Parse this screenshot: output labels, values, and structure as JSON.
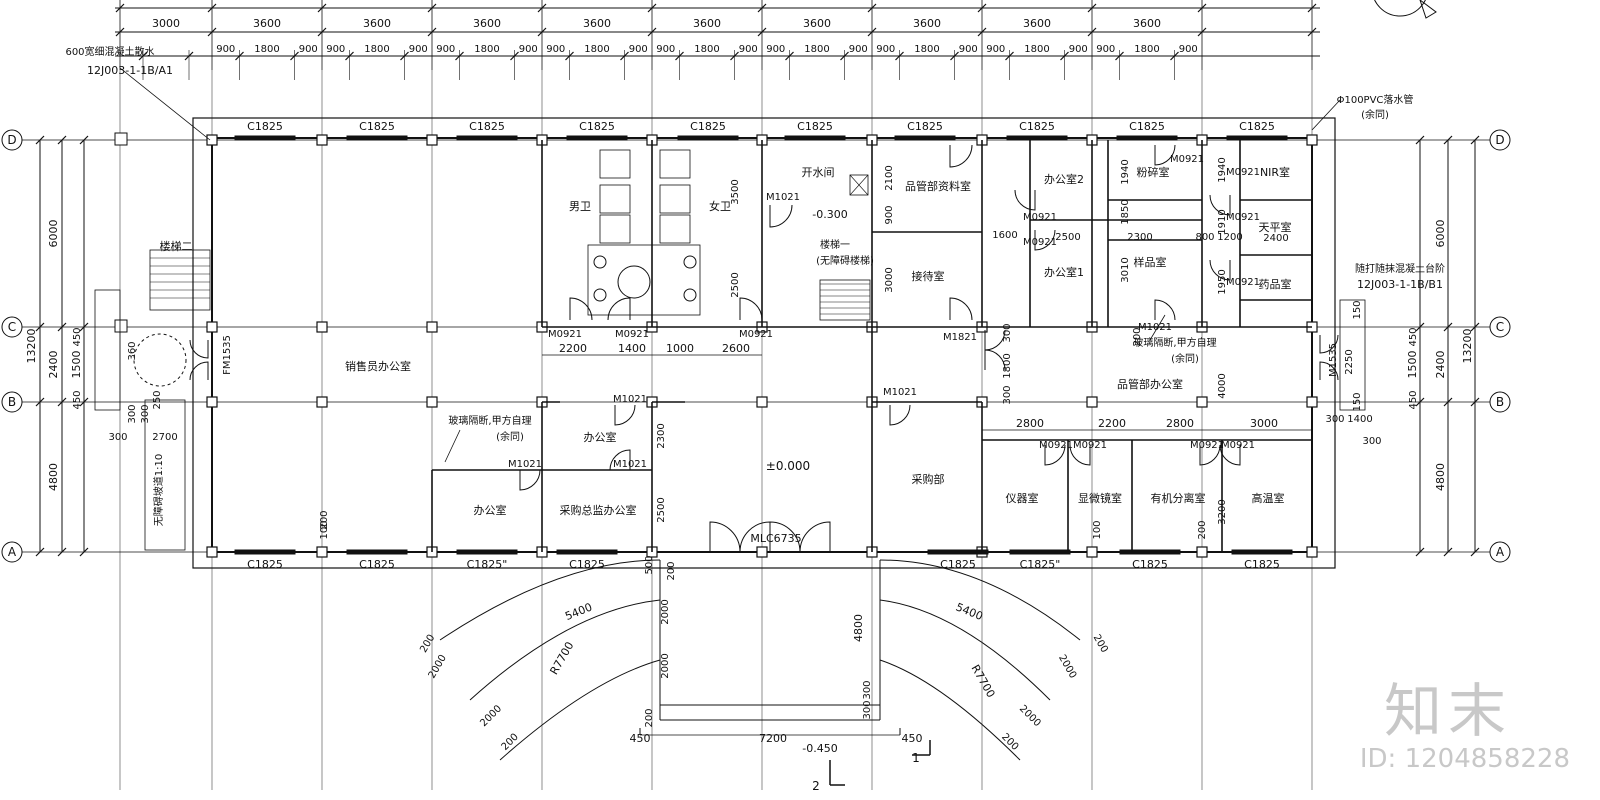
{
  "dims_top_major": [
    "3000",
    "3600",
    "3600",
    "3600",
    "3600",
    "3600",
    "3600",
    "3600",
    "3600",
    "3600"
  ],
  "dims_top_minor": [
    "900",
    "1800",
    "900",
    "900",
    "1800",
    "900",
    "900",
    "1800",
    "900",
    "900",
    "1800",
    "900",
    "900",
    "1800",
    "900",
    "900",
    "1800",
    "900",
    "900",
    "1800",
    "900",
    "900",
    "1800",
    "900",
    "900",
    "1800",
    "900"
  ],
  "grid_rows": [
    "D",
    "C",
    "B",
    "A"
  ],
  "left_dims_outer": [
    "6000",
    "13200",
    "4800"
  ],
  "left_dims_inner": [
    "2400",
    "1500",
    "450",
    "450",
    "360",
    "250"
  ],
  "right_dims_outer": [
    "6000",
    "13200",
    "4800"
  ],
  "right_dims_inner": [
    "2400",
    "1500",
    "450",
    "450"
  ],
  "top_windows": [
    "C1825",
    "C1825",
    "C1825",
    "C1825",
    "C1825",
    "C1825",
    "C1825",
    "C1825",
    "C1825",
    "C1825"
  ],
  "bottom_windows": [
    "C1825",
    "C1825",
    "C1825\"",
    "C1825",
    "C1825",
    "C1825\"",
    "C1825",
    "C1825"
  ],
  "notes": {
    "apron": "600宽细混凝土散水",
    "apron_ref": "12J003-1-1B/A1",
    "pvc": "Φ100PVC落水管",
    "pvc_same": "(余同)",
    "step": "随打随抹混凝土台阶",
    "step_ref": "12J003-1-1B/B1",
    "glass1": "玻璃隔断,甲方自理",
    "glass1b": "(余同)",
    "glass2": "玻璃隔断,甲方自理",
    "glass2b": "(余同)",
    "ramp": "无障碍坡道1:10",
    "stair_note1": "楼梯一",
    "stair_note2": "(无障碍楼梯)",
    "level_in": "±0.000",
    "level_hall": "-0.300",
    "level_out": "-0.450"
  },
  "rooms": {
    "sales": "销售员办公室",
    "men_wc": "男卫",
    "women_wc": "女卫",
    "water": "开水间",
    "qm_archive": "品管部资料室",
    "reception": "接待室",
    "office2": "办公室2",
    "office1": "办公室1",
    "crush": "粉碎室",
    "sample": "样品室",
    "nir": "NIR室",
    "balance": "天平室",
    "pharm": "药品室",
    "qm_office": "品管部办公室",
    "purchase": "采购部",
    "office_a": "办公室",
    "office_b": "办公室",
    "purchase_dir": "采购总监办公室",
    "instrument": "仪器室",
    "microscope": "显微镜室",
    "organic": "有机分离室",
    "hightemp": "高温室",
    "stair2": "楼梯二"
  },
  "doors": [
    "M0921",
    "M0921",
    "M0921",
    "M1021",
    "M1021",
    "M1021",
    "M1021",
    "M1021",
    "M1021",
    "M1821",
    "M0921",
    "M0921",
    "M0921",
    "M0921",
    "M0921",
    "M0921",
    "M0921",
    "M0921",
    "M0921",
    "M0921"
  ],
  "door_fm": "FM1535",
  "door_m1535": "M1535",
  "door_main": "MLC6735",
  "inner_dims": {
    "r1": [
      "2200",
      "1400",
      "1000",
      "2600"
    ],
    "r2": [
      "2800",
      "2200",
      "2800",
      "3000"
    ],
    "misc": [
      "2100",
      "900",
      "3000",
      "3500",
      "2500",
      "2300",
      "2500",
      "1600",
      "2500",
      "2300",
      "800",
      "1200",
      "2400",
      "1940",
      "1850",
      "3010",
      "1940",
      "1910",
      "1950",
      "200",
      "300",
      "1800",
      "300",
      "4000",
      "3200",
      "200",
      "100",
      "2700",
      "300",
      "300",
      "300",
      "1400",
      "300",
      "300",
      "150",
      "150",
      "2250",
      "100",
      "200"
    ]
  },
  "porch": {
    "r1": "R7700",
    "r2": "R7700",
    "w1": "5400",
    "w2": "5400",
    "d1": [
      "2000",
      "2000",
      "200",
      "200"
    ],
    "d2": [
      "2000",
      "2000",
      "200",
      "200"
    ],
    "c1": [
      "500",
      "200",
      "2000",
      "2000",
      "300",
      "300",
      "200"
    ],
    "c2": "4800",
    "bottom": [
      "450",
      "7200",
      "450"
    ],
    "sec1": "1",
    "sec2": "2"
  },
  "watermark": {
    "brand": "知末",
    "id": "ID: 1204858228"
  }
}
